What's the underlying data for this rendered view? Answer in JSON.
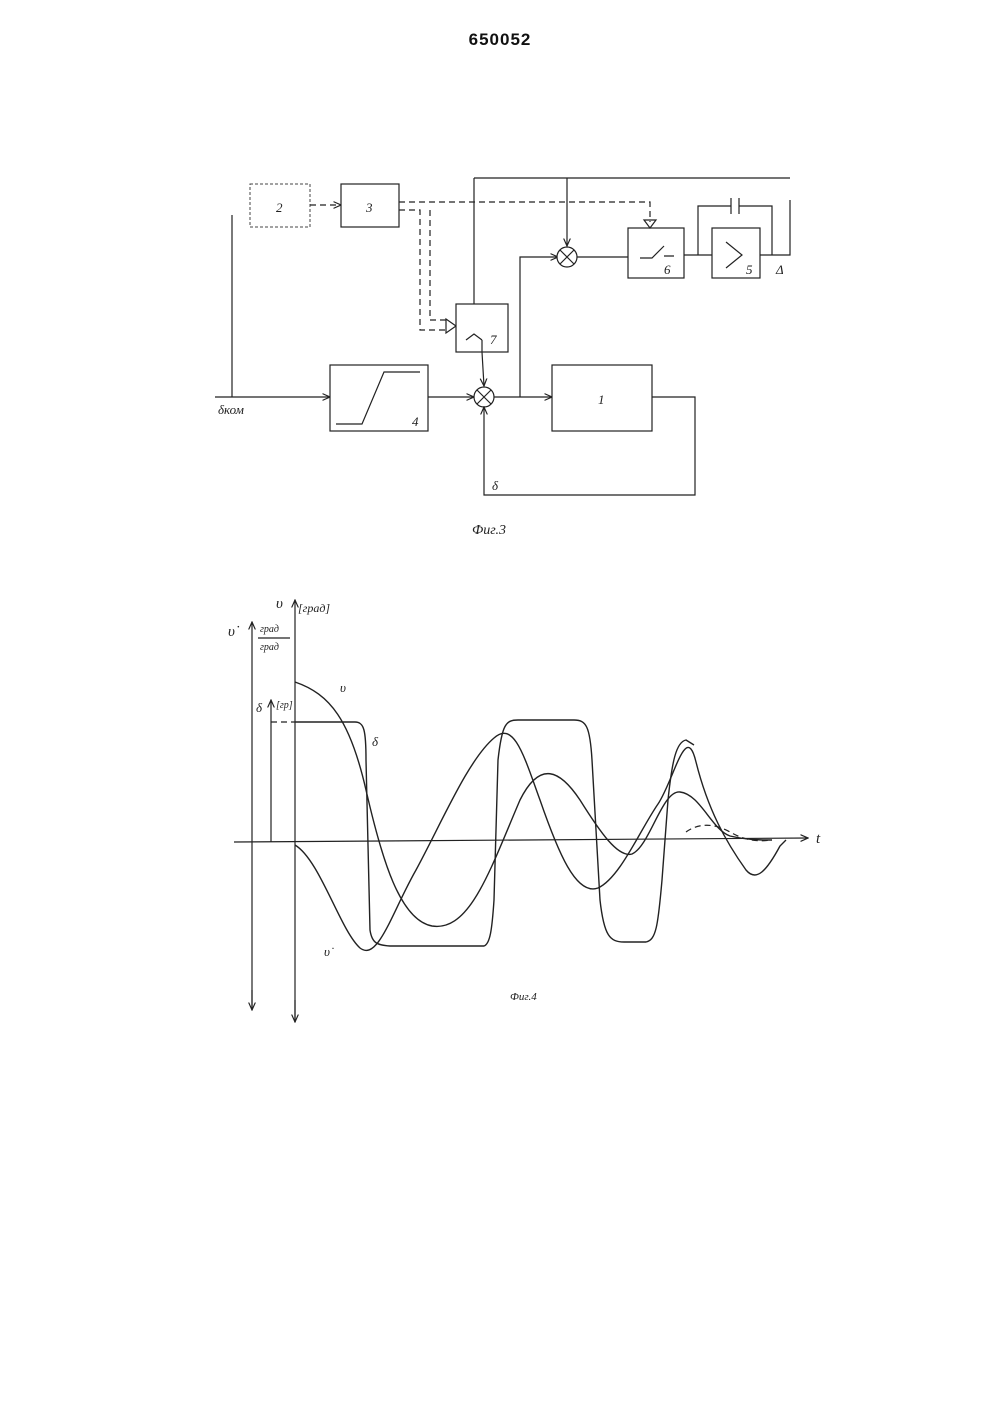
{
  "patent_number": "650052",
  "fig3": {
    "caption": "Фиг.3",
    "blocks": {
      "b1": "1",
      "b2": "2",
      "b3": "3",
      "b4": "4",
      "b5": "5",
      "b6": "6",
      "b7": "7"
    },
    "input_label": "δком",
    "feedback_label": "δ",
    "output_label": "Δ"
  },
  "fig4": {
    "caption": "Фиг.4",
    "axis_v_label": "υ",
    "axis_v_unit": "[град]",
    "axis_vdot_label": "υ̇",
    "axis_vdot_unit_num": "град",
    "axis_vdot_unit_den": "град",
    "axis_delta_label": "δ",
    "axis_delta_unit": "[гр]",
    "axis_t_label": "t",
    "curve_v_label": "υ",
    "curve_delta_label": "δ",
    "curve_vdot_label": "υ̇"
  }
}
